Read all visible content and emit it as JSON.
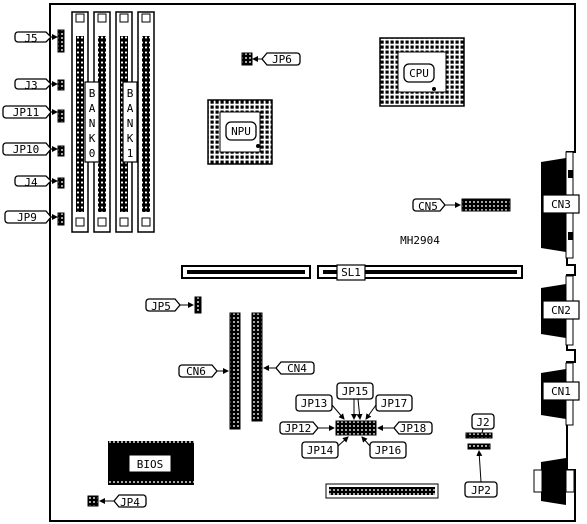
{
  "diagram": {
    "model": "MH2904",
    "labels": {
      "j5": "J5",
      "j3": "J3",
      "jp11": "JP11",
      "jp10": "JP10",
      "j4": "J4",
      "jp9": "JP9",
      "jp6": "JP6",
      "jp5": "JP5",
      "cn6": "CN6",
      "cn4": "CN4",
      "jp13": "JP13",
      "jp15": "JP15",
      "jp17": "JP17",
      "jp12": "JP12",
      "jp18": "JP18",
      "jp14": "JP14",
      "jp16": "JP16",
      "j2": "J2",
      "jp2": "JP2",
      "jp4": "JP4",
      "cn5": "CN5",
      "cn3": "CN3",
      "cn2": "CN2",
      "cn1": "CN1",
      "cpu": "CPU",
      "npu": "NPU",
      "bios": "BIOS",
      "sl1": "SL1",
      "bank0": [
        "B",
        "A",
        "N",
        "K",
        "0"
      ],
      "bank1": [
        "B",
        "A",
        "N",
        "K",
        "1"
      ]
    }
  }
}
